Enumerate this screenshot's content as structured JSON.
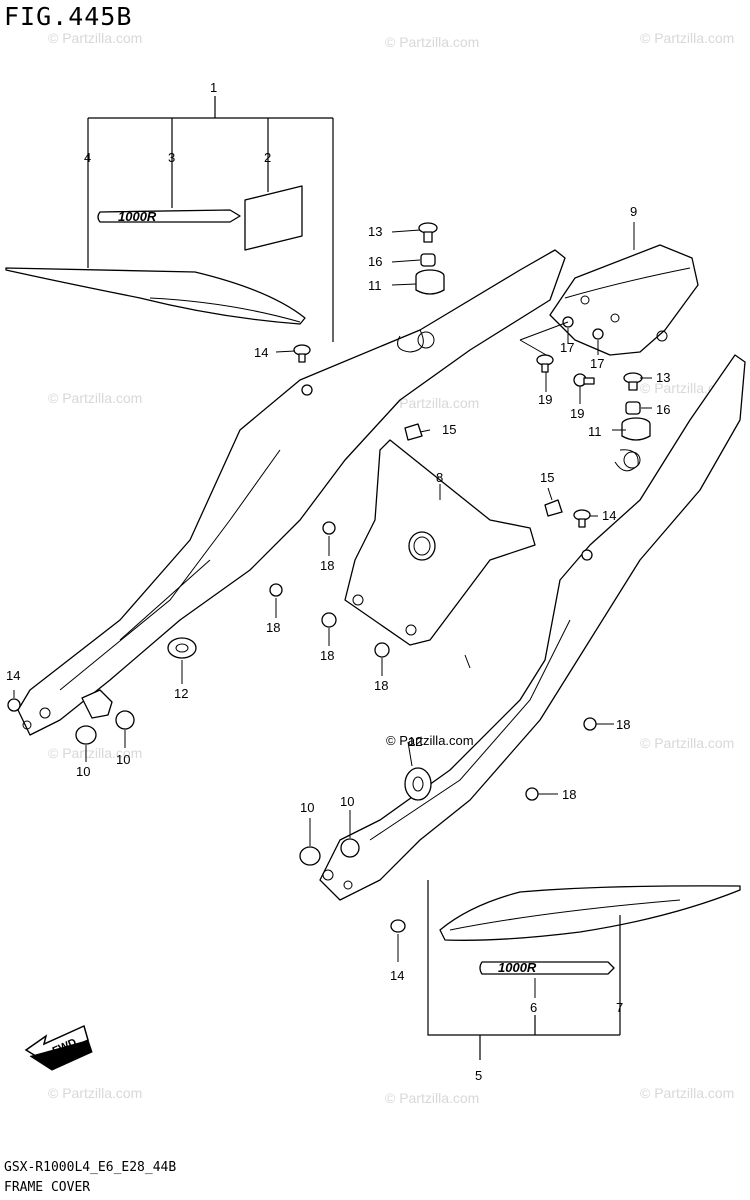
{
  "figure": {
    "title": "FIG.445B"
  },
  "watermark": {
    "text": "© Partzilla.com"
  },
  "watermark_highlight": "© Partzilla.com",
  "callouts": {
    "c1": "1",
    "c2": "2",
    "c3": "3",
    "c4": "4",
    "c5": "5",
    "c6": "6",
    "c7": "7",
    "c8": "8",
    "c9": "9",
    "c10a": "10",
    "c10b": "10",
    "c10c": "10",
    "c10d": "10",
    "c11a": "11",
    "c11b": "11",
    "c12a": "12",
    "c12b": "12",
    "c13a": "13",
    "c13b": "13",
    "c14a": "14",
    "c14b": "14",
    "c14c": "14",
    "c14d": "14",
    "c15a": "15",
    "c15b": "15",
    "c16a": "16",
    "c16b": "16",
    "c17a": "17",
    "c17b": "17",
    "c18a": "18",
    "c18b": "18",
    "c18c": "18",
    "c18d": "18",
    "c18e": "18",
    "c18f": "18",
    "c19a": "19",
    "c19b": "19"
  },
  "badges": {
    "fwd": "FWD",
    "emblem": "1000R"
  },
  "footer": {
    "code": "GSX-R1000L4_E6_E28_44B",
    "title": "FRAME COVER"
  }
}
